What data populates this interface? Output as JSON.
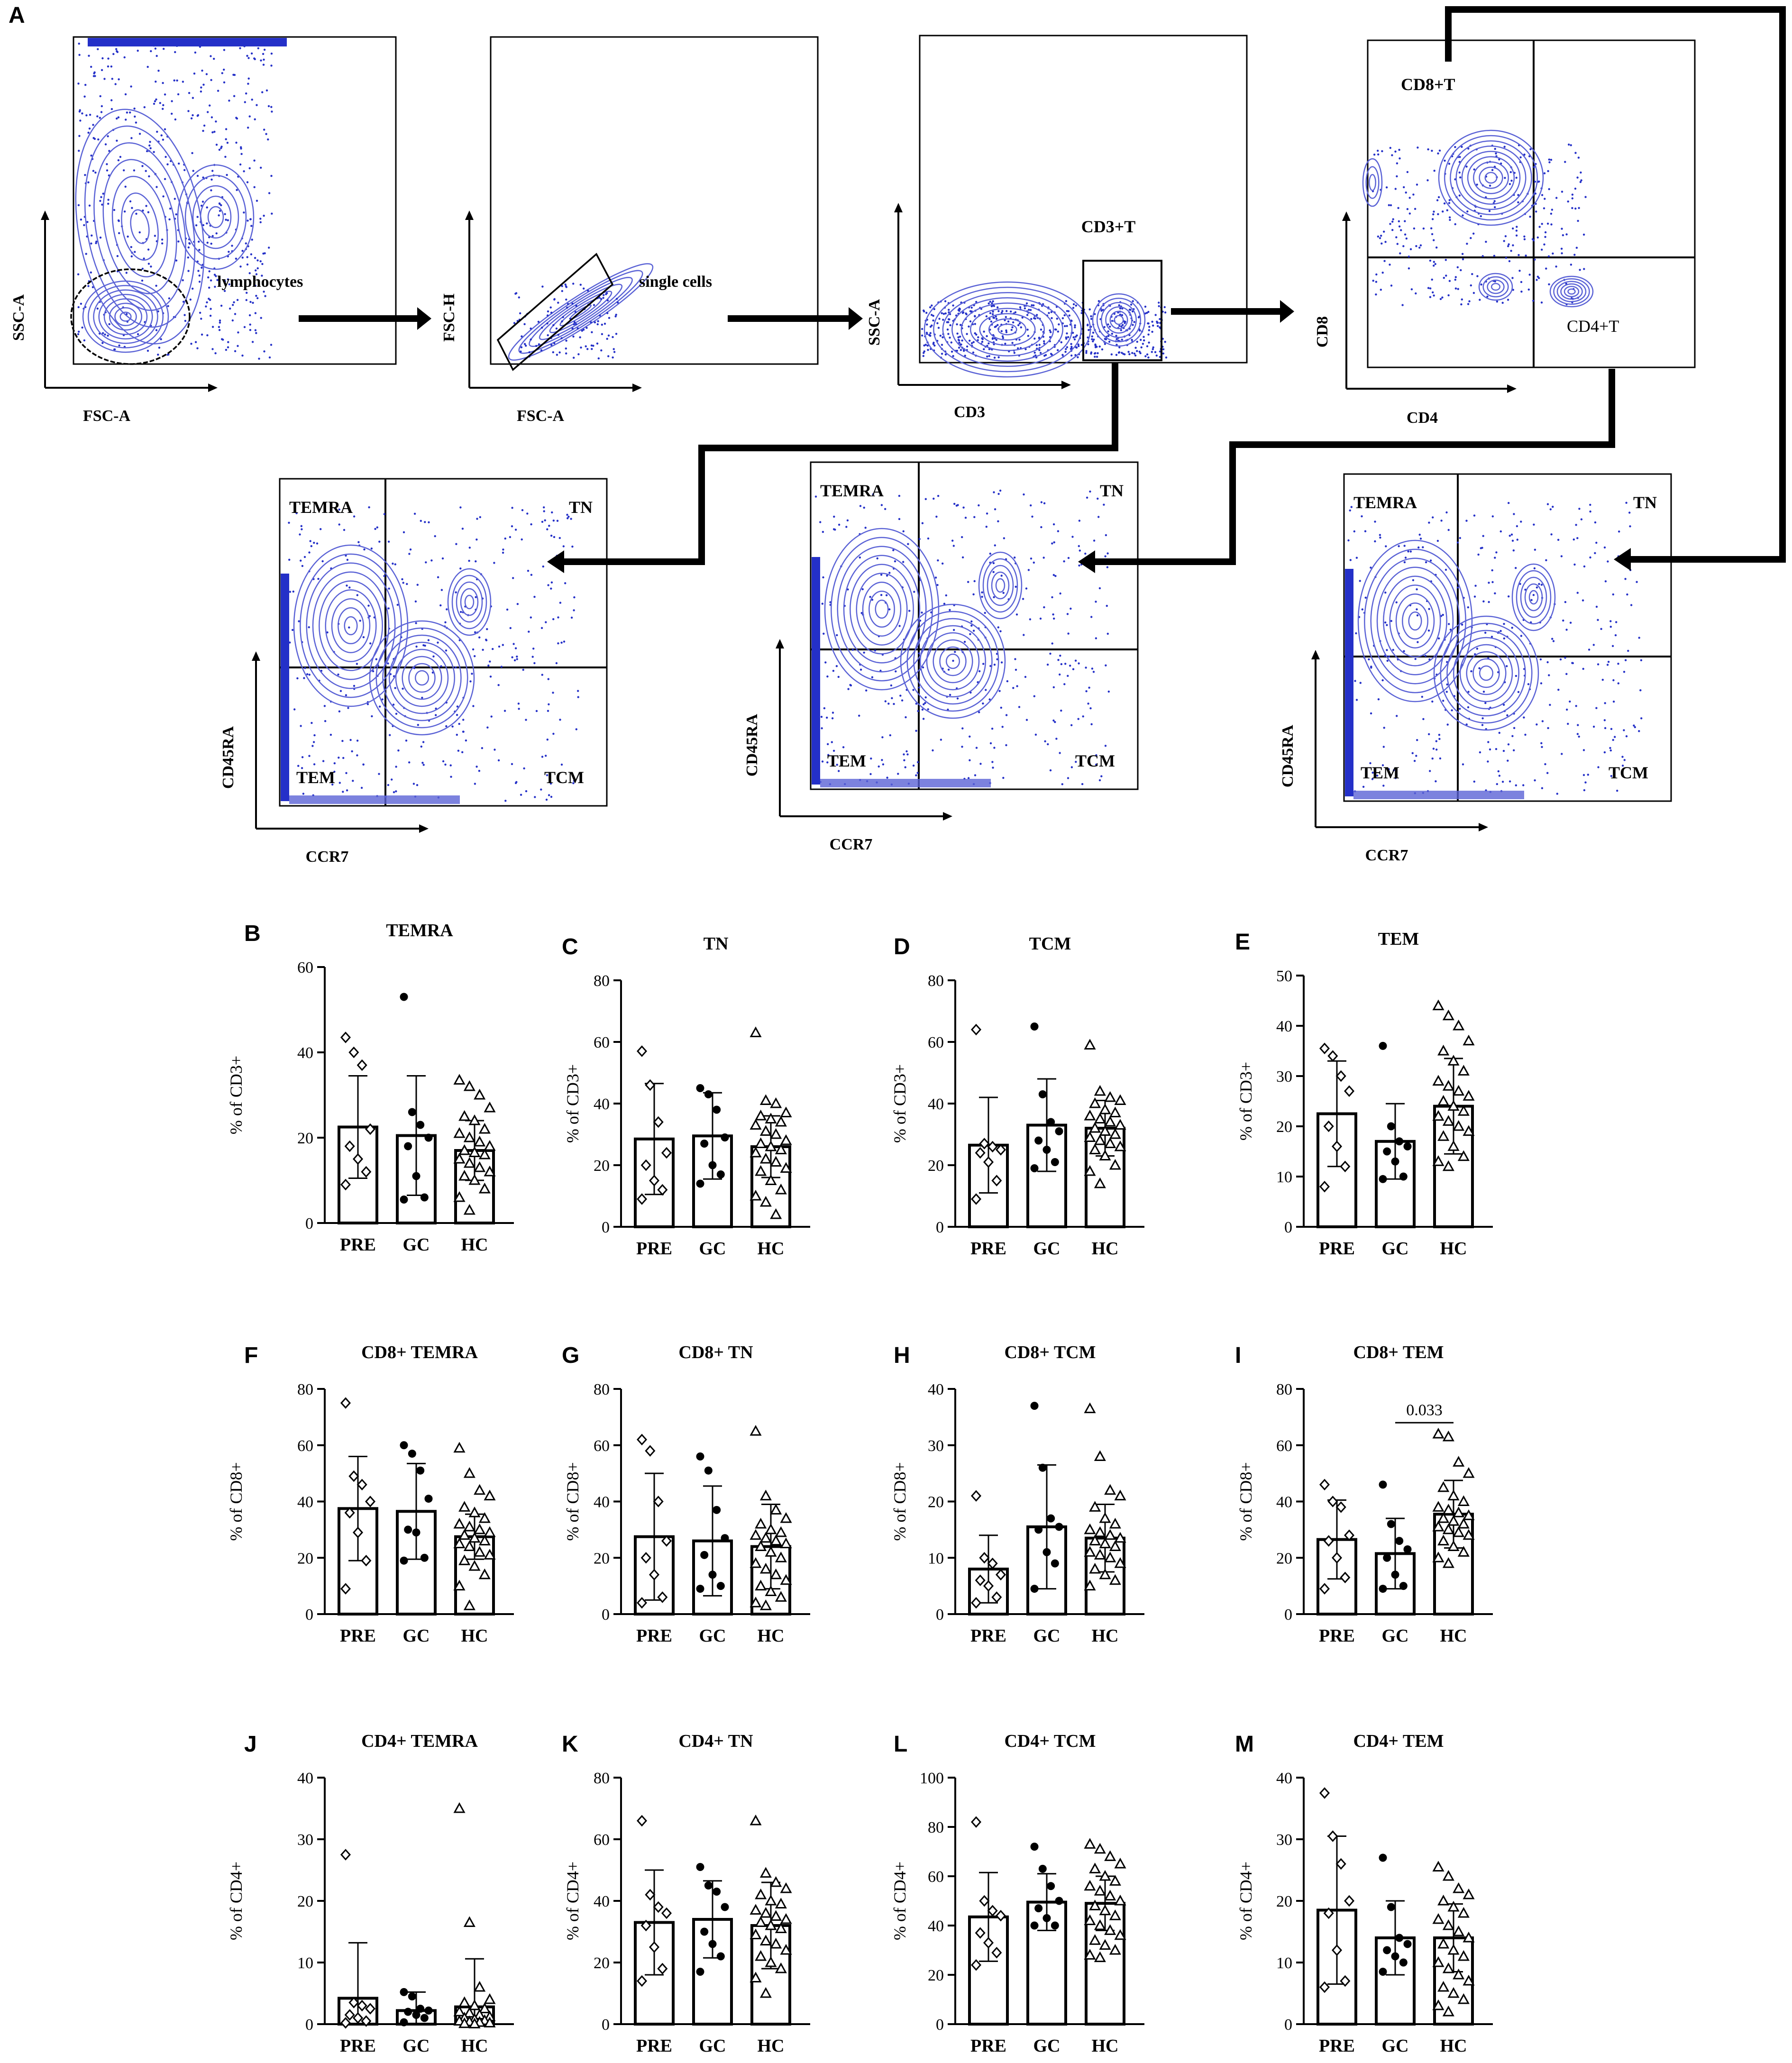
{
  "figure_label": "A",
  "flow_panels": [
    {
      "id": "p1",
      "xlabel": "FSC-A",
      "ylabel": "SSC-A",
      "gates": [
        {
          "label": "lymphocytes"
        }
      ]
    },
    {
      "id": "p2",
      "xlabel": "FSC-A",
      "ylabel": "FSC-H",
      "gates": [
        {
          "label": "single cells"
        }
      ]
    },
    {
      "id": "p3",
      "xlabel": "CD3",
      "ylabel": "SSC-A",
      "gates": [
        {
          "label": "CD3+T"
        }
      ]
    },
    {
      "id": "p4",
      "xlabel": "CD4",
      "ylabel": "CD8",
      "gates": [
        {
          "label": "CD8+T"
        },
        {
          "label": "CD4+T"
        }
      ]
    },
    {
      "id": "p5",
      "xlabel": "CCR7",
      "ylabel": "CD45RA",
      "quadrants": [
        "TEMRA",
        "TN",
        "TEM",
        "TCM"
      ]
    },
    {
      "id": "p6",
      "xlabel": "CCR7",
      "ylabel": "CD45RA",
      "quadrants": [
        "TEMRA",
        "TN",
        "TEM",
        "TCM"
      ]
    },
    {
      "id": "p7",
      "xlabel": "CCR7",
      "ylabel": "CD45RA",
      "quadrants": [
        "TEMRA",
        "TN",
        "TEM",
        "TCM"
      ]
    }
  ],
  "colors": {
    "density": "#2430c8",
    "contour": "#5b63d6",
    "ink": "#000000"
  },
  "chart_data": [
    {
      "type": "bar",
      "panel": "B",
      "title": "TEMRA",
      "ylabel": "% of CD3+",
      "ylim": [
        0,
        60
      ],
      "yticks": [
        0,
        20,
        40,
        60
      ],
      "categories": [
        "PRE",
        "GC",
        "HC"
      ],
      "means": [
        22.5,
        20.5,
        17
      ],
      "sd": [
        12,
        14,
        7
      ],
      "points": [
        [
          43.5,
          40,
          37,
          22,
          18,
          15,
          12,
          9
        ],
        [
          53,
          26,
          23,
          20,
          18,
          11,
          6,
          5.5
        ],
        [
          33.5,
          32,
          30,
          27,
          25,
          24,
          22,
          21,
          20,
          19,
          18,
          17,
          16.5,
          16,
          15,
          14,
          13,
          12,
          11,
          10,
          8,
          6,
          3
        ]
      ]
    },
    {
      "type": "bar",
      "panel": "C",
      "title": "TN",
      "ylabel": "% of CD3+",
      "ylim": [
        0,
        80
      ],
      "yticks": [
        0,
        20,
        40,
        60,
        80
      ],
      "categories": [
        "PRE",
        "GC",
        "HC"
      ],
      "means": [
        28.5,
        29.5,
        26
      ],
      "sd": [
        18,
        14,
        10
      ],
      "points": [
        [
          57,
          46,
          34,
          24,
          20,
          15,
          12,
          9
        ],
        [
          45,
          43,
          38,
          29,
          27,
          20,
          17,
          14
        ],
        [
          63,
          41,
          40,
          37,
          36,
          35,
          34,
          33,
          31,
          30,
          28,
          27,
          26,
          25,
          24,
          22,
          21,
          19,
          18,
          15,
          12,
          10,
          8,
          4
        ]
      ]
    },
    {
      "type": "bar",
      "panel": "D",
      "title": "TCM",
      "ylabel": "% of CD3+",
      "ylim": [
        0,
        80
      ],
      "yticks": [
        0,
        20,
        40,
        60,
        80
      ],
      "categories": [
        "PRE",
        "GC",
        "HC"
      ],
      "means": [
        26.5,
        33,
        32
      ],
      "sd": [
        15.5,
        15,
        9
      ],
      "points": [
        [
          64,
          27,
          26,
          25,
          24,
          21,
          15,
          9
        ],
        [
          65,
          43,
          34,
          31,
          28,
          25,
          21,
          19
        ],
        [
          59,
          44,
          42,
          41,
          40,
          38,
          37,
          36,
          35,
          34,
          33,
          32,
          31,
          30,
          29,
          28,
          27,
          26,
          25,
          23,
          20,
          18,
          14
        ]
      ]
    },
    {
      "type": "bar",
      "panel": "E",
      "title": "TEM",
      "ylabel": "% of CD3+",
      "ylim": [
        0,
        50
      ],
      "yticks": [
        0,
        10,
        20,
        30,
        40,
        50
      ],
      "categories": [
        "PRE",
        "GC",
        "HC"
      ],
      "means": [
        22.5,
        17,
        24
      ],
      "sd": [
        10.5,
        7.5,
        9.5
      ],
      "points": [
        [
          35.5,
          34,
          30,
          27,
          20,
          16,
          12,
          8
        ],
        [
          36,
          20,
          17,
          16,
          15,
          13,
          10,
          9.5
        ],
        [
          44,
          42,
          40,
          37,
          35,
          33,
          31,
          29,
          28,
          27,
          26,
          25,
          24,
          23,
          22,
          21,
          20,
          19,
          18,
          16,
          14,
          13,
          12
        ]
      ]
    },
    {
      "type": "bar",
      "panel": "F",
      "title": "CD8+ TEMRA",
      "ylabel": "% of CD8+",
      "ylim": [
        0,
        80
      ],
      "yticks": [
        0,
        20,
        40,
        60,
        80
      ],
      "categories": [
        "PRE",
        "GC",
        "HC"
      ],
      "means": [
        37.5,
        36.5,
        27.5
      ],
      "sd": [
        18.5,
        17,
        8
      ],
      "points": [
        [
          75,
          49,
          46,
          40,
          36,
          29,
          19,
          9
        ],
        [
          60,
          57,
          51,
          41,
          30,
          29,
          20,
          19
        ],
        [
          59,
          50,
          44,
          42,
          38,
          36,
          34,
          32,
          31,
          30,
          29,
          28,
          27,
          26,
          25,
          24,
          22,
          21,
          19,
          17,
          14,
          10,
          3
        ]
      ]
    },
    {
      "type": "bar",
      "panel": "G",
      "title": "CD8+ TN",
      "ylabel": "% of CD8+",
      "ylim": [
        0,
        80
      ],
      "yticks": [
        0,
        20,
        40,
        60,
        80
      ],
      "categories": [
        "PRE",
        "GC",
        "HC"
      ],
      "means": [
        27.5,
        26,
        24
      ],
      "sd": [
        22.5,
        19.5,
        15
      ],
      "points": [
        [
          62,
          58,
          40,
          26,
          20,
          14,
          6,
          4
        ],
        [
          56,
          51,
          37,
          27,
          21,
          14,
          10,
          9
        ],
        [
          65,
          42,
          37,
          34,
          32,
          30,
          29,
          28,
          27,
          26,
          25,
          24,
          22,
          20,
          18,
          16,
          14,
          12,
          10,
          8,
          6,
          4,
          3
        ]
      ]
    },
    {
      "type": "bar",
      "panel": "H",
      "title": "CD8+ TCM",
      "ylabel": "% of CD8+",
      "ylim": [
        0,
        40
      ],
      "yticks": [
        0,
        10,
        20,
        30,
        40
      ],
      "categories": [
        "PRE",
        "GC",
        "HC"
      ],
      "means": [
        8,
        15.5,
        13.5
      ],
      "sd": [
        6,
        11,
        6
      ],
      "points": [
        [
          21,
          10,
          9,
          7,
          6,
          5,
          3,
          2
        ],
        [
          37,
          26,
          17,
          15.5,
          15,
          11,
          9,
          4.5
        ],
        [
          36.5,
          28,
          22,
          21,
          19,
          17,
          16,
          15,
          14.5,
          14,
          13.5,
          13,
          12.5,
          12,
          11,
          10.5,
          10,
          9,
          8,
          7,
          6,
          5
        ]
      ]
    },
    {
      "type": "bar",
      "panel": "I",
      "title": "CD8+ TEM",
      "ylabel": "% of CD8+",
      "ylim": [
        0,
        80
      ],
      "yticks": [
        0,
        20,
        40,
        60,
        80
      ],
      "categories": [
        "PRE",
        "GC",
        "HC"
      ],
      "means": [
        26.5,
        21.5,
        35.5
      ],
      "sd": [
        14,
        12.5,
        12
      ],
      "points": [
        [
          46,
          40,
          38,
          28,
          26,
          20,
          13,
          9
        ],
        [
          46,
          32,
          26,
          23,
          20,
          14,
          10,
          9
        ],
        [
          64,
          63,
          54,
          50,
          45,
          42,
          40,
          38,
          37,
          36,
          35,
          34,
          33,
          32,
          31,
          30,
          29,
          28,
          26,
          24,
          22,
          20,
          18
        ]
      ],
      "annotation": {
        "text": "0.033",
        "from": 1,
        "to": 2,
        "y": 68
      }
    },
    {
      "type": "bar",
      "panel": "J",
      "title": "CD4+ TEMRA",
      "ylabel": "% of CD4+",
      "ylim": [
        0,
        40
      ],
      "yticks": [
        0,
        10,
        20,
        30,
        40
      ],
      "categories": [
        "PRE",
        "GC",
        "HC"
      ],
      "means": [
        4.2,
        2.2,
        2.8
      ],
      "sd": [
        9,
        3,
        7.8
      ],
      "points": [
        [
          27.5,
          3.5,
          3,
          2.5,
          1.5,
          1,
          0.5,
          0.2
        ],
        [
          5.2,
          4.5,
          2.5,
          2.2,
          2,
          1.5,
          1,
          0.3
        ],
        [
          35,
          16.5,
          6,
          4,
          3.5,
          3,
          2.5,
          2,
          1.8,
          1.5,
          1.2,
          1,
          0.8,
          0.6,
          0.5,
          0.4,
          0.3,
          0.2,
          0.1,
          0.05
        ]
      ]
    },
    {
      "type": "bar",
      "panel": "K",
      "title": "CD4+ TN",
      "ylabel": "% of CD4+",
      "ylim": [
        0,
        80
      ],
      "yticks": [
        0,
        20,
        40,
        60,
        80
      ],
      "categories": [
        "PRE",
        "GC",
        "HC"
      ],
      "means": [
        33,
        34,
        32
      ],
      "sd": [
        17,
        12.5,
        14
      ],
      "points": [
        [
          66,
          42,
          38,
          36,
          32,
          25,
          18,
          14
        ],
        [
          51,
          45,
          43,
          38,
          30,
          26,
          22,
          17
        ],
        [
          66,
          49,
          46,
          44,
          42,
          40,
          39,
          37,
          36,
          35,
          34,
          33,
          32,
          31,
          29,
          27,
          26,
          24,
          22,
          20,
          18,
          15,
          10
        ]
      ]
    },
    {
      "type": "bar",
      "panel": "L",
      "title": "CD4+ TCM",
      "ylabel": "% of CD4+",
      "ylim": [
        0,
        100
      ],
      "yticks": [
        0,
        20,
        40,
        60,
        80,
        100
      ],
      "categories": [
        "PRE",
        "GC",
        "HC"
      ],
      "means": [
        43.5,
        49.5,
        49
      ],
      "sd": [
        18,
        11.5,
        11
      ],
      "points": [
        [
          82,
          50,
          46,
          44,
          37,
          33,
          29,
          24
        ],
        [
          72,
          63,
          56,
          50,
          47,
          43,
          40,
          40
        ],
        [
          73,
          71,
          68,
          65,
          63,
          60,
          58,
          56,
          54,
          52,
          50,
          48,
          46,
          44,
          42,
          40,
          38,
          36,
          34,
          32,
          30,
          28,
          27
        ]
      ]
    },
    {
      "type": "bar",
      "panel": "M",
      "title": "CD4+ TEM",
      "ylabel": "% of CD4+",
      "ylim": [
        0,
        40
      ],
      "yticks": [
        0,
        10,
        20,
        30,
        40
      ],
      "categories": [
        "PRE",
        "GC",
        "HC"
      ],
      "means": [
        18.5,
        14,
        14
      ],
      "sd": [
        12,
        6,
        5.5
      ],
      "points": [
        [
          37.5,
          30.5,
          26,
          20,
          18,
          12,
          7,
          6
        ],
        [
          27,
          19,
          14,
          13,
          12,
          11,
          10,
          8.5
        ],
        [
          25.5,
          24,
          22,
          21,
          20,
          19,
          18,
          17,
          16,
          15,
          14,
          13,
          12,
          11,
          10,
          9,
          8,
          7,
          6,
          5,
          4,
          3,
          2
        ]
      ]
    }
  ]
}
